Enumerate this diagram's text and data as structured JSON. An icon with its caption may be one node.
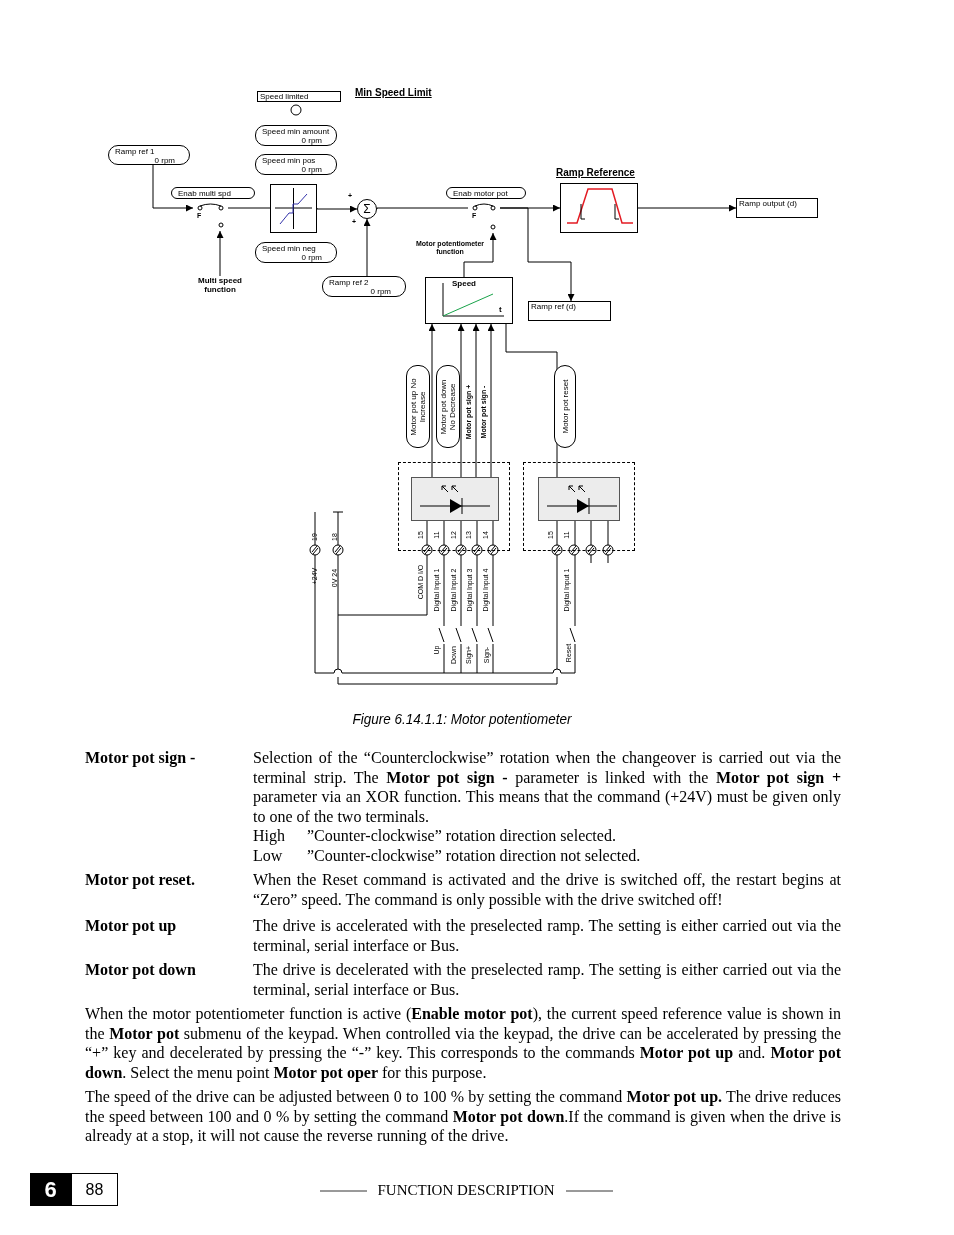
{
  "diagram": {
    "caption": "Figure 6.14.1.1: Motor potentiometer",
    "nodes": [
      {
        "text": [
          "Speed limited"
        ]
      },
      {
        "text": [
          "Speed min amount",
          "0 rpm"
        ]
      },
      {
        "text": [
          "Speed min pos",
          "0 rpm"
        ]
      },
      {
        "text": [
          "Ramp ref 1",
          "0 rpm"
        ]
      },
      {
        "text": [
          "Enab multi spd"
        ]
      },
      {
        "text": [
          "F"
        ]
      },
      {
        "text": [
          "Multi speed function"
        ]
      },
      {
        "text": [],
        "shape": "box"
      },
      {
        "text": [
          "Speed min neg",
          "0 rpm"
        ]
      },
      {
        "text": [
          "Σ"
        ]
      },
      {
        "text": [
          "Ramp ref 2",
          "0 rpm"
        ]
      },
      {
        "text": [
          "Enab motor pot"
        ]
      },
      {
        "text": [
          "F"
        ]
      },
      {
        "text": [
          "Ramp Reference"
        ]
      },
      {
        "text": [
          "Ramp output (d)"
        ]
      },
      {
        "text": [
          "Speed",
          "t"
        ]
      },
      {
        "text": [
          "Ramp ref (d)"
        ]
      },
      {
        "text": [
          "Motor pot up No Increase"
        ]
      },
      {
        "text": [
          "Motor pot down No Decrease"
        ]
      },
      {
        "text": [
          "Motor pot reset"
        ]
      },
      {
        "text": [],
        "shape": "box"
      },
      {
        "text": [],
        "shape": "box",
        "in": 20
      },
      {
        "text": [],
        "shape": "box"
      },
      {
        "text": [],
        "shape": "box",
        "in": 22
      }
    ],
    "edges": [
      {
        "from": 3,
        "to": 5,
        "arrow": "to"
      },
      {
        "from": 6,
        "to": 5,
        "arrow": "to"
      },
      {
        "from": 5,
        "to": 7,
        "arrow": "none"
      },
      {
        "from": 7,
        "to": 9,
        "arrow": "to",
        "label": "+"
      },
      {
        "from": 10,
        "to": 9,
        "arrow": "to",
        "label": "+"
      },
      {
        "from": 9,
        "to": 12,
        "arrow": "none"
      },
      {
        "from": 15,
        "to": 12,
        "arrow": "to",
        "label": "Motor potentiometer function"
      },
      {
        "from": 12,
        "to": 13,
        "arrow": "to"
      },
      {
        "from": 12,
        "to": 16,
        "arrow": "to"
      },
      {
        "from": 13,
        "to": 14,
        "arrow": "to"
      },
      {
        "from": 21,
        "to": 15,
        "arrow": "to"
      },
      {
        "from": 21,
        "to": 15,
        "arrow": "to"
      },
      {
        "from": 21,
        "to": 15,
        "arrow": "to",
        "label": "Motor pot sign +"
      },
      {
        "from": 21,
        "to": 15,
        "arrow": "to",
        "label": "Motor pot sign -"
      },
      {
        "from": 15,
        "to": 23,
        "arrow": "none"
      }
    ],
    "labels": [
      "Min Speed Limit",
      "19",
      "18",
      "+24V",
      "0V 24",
      "15",
      "11",
      "12",
      "13",
      "14",
      "COM D I/O",
      "Digital Input 1",
      "Digital Input 2",
      "Digital Input 3",
      "Digital Input 4",
      "Up",
      "Down",
      "Sign+",
      "Sign-",
      "15",
      "11",
      "Digital Input 1",
      "Reset",
      "Motor pot sign -",
      "Selection of the “Counterclockwise” rotation when the changeover is carried out via the terminal strip. The **Motor pot sign -** parameter is linked with the **Motor pot sign +** parameter via an XOR function. This means that the command (+24V) must be given only to one of the two terminals.",
      "High",
      "”Counter-clockwise” rotation direction selected.",
      "Low",
      "”Counter-clockwise” rotation direction not selected.",
      "**Motor pot reset**.",
      "When the Reset command is activated and the drive is switched off, the restart begins at “Zero” speed. The command is only possible with the drive switched off!",
      "Motor pot up",
      "The drive is accelerated with the preselected ramp. The setting is either carried out via the terminal, serial interface or Bus.",
      "Motor pot down",
      "The drive is decelerated with the preselected ramp. The setting is either carried out via the terminal, serial interface or Bus.",
      "When the motor potentiometer function is active (**Enable motor pot**), the current speed reference value is shown in the **Motor pot** submenu of the keypad. When controlled via the keypad, the drive can be accelerated by pressing the “+” key and decelerated by pressing the “-” key. This corresponds to the commands **Motor pot up** and. **Motor pot down**. Select the menu point **Motor pot oper** for this purpose.",
      "The speed of the drive can be adjusted between 0 to 100 % by setting the command **Motor pot up.** The drive reduces the speed between 100 and 0 % by setting the command **Motor pot down**.If the command is given when the drive is already at a stop, it will not cause the reverse running of the drive.",
      "6",
      "88",
      "FUNCTION DESCRIPTION"
    ]
  }
}
